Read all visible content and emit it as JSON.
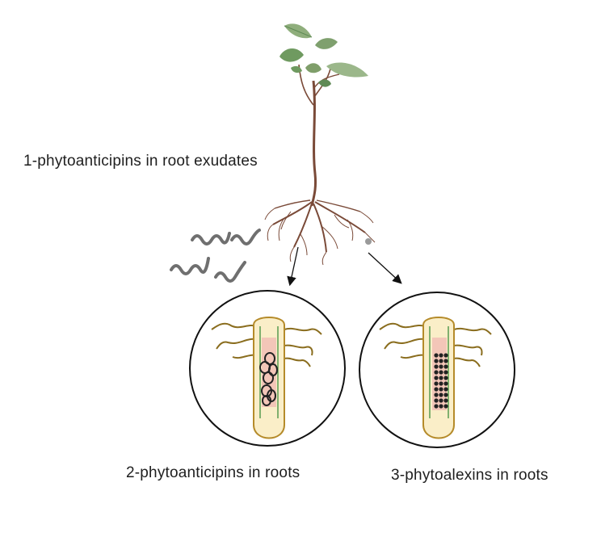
{
  "diagram": {
    "labels": {
      "exudates": "1-phytoanticipins in root exudates",
      "roots_anticipins": "2-phytoanticipins in roots",
      "roots_alexins": "3-phytoalexins in roots"
    },
    "colors": {
      "leaf": "#8fae7c",
      "leaf_dark": "#5f8a55",
      "stem": "#7a4a38",
      "root_hair": "#8a6d1e",
      "root_fill": "#faeec8",
      "root_outline": "#b58b2a",
      "vascular": "#3f8f3f",
      "cortex_pink": "#f3c6b8",
      "microbe": "#6f6f6f",
      "cells": "#222222"
    }
  }
}
